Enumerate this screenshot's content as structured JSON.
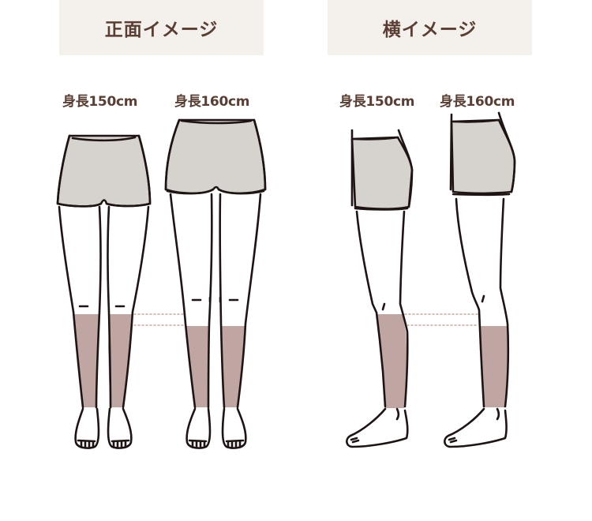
{
  "sections": [
    {
      "id": "front",
      "title": "正面イメージ",
      "figures": [
        {
          "label": "身長150cm"
        },
        {
          "label": "身長160cm"
        }
      ]
    },
    {
      "id": "side",
      "title": "横イメージ",
      "figures": [
        {
          "label": "身長150cm"
        },
        {
          "label": "身長160cm"
        }
      ]
    }
  ],
  "colors": {
    "header_bg": "#f4f0eb",
    "text": "#5a3e33",
    "shorts_fill": "#d6d2cd",
    "sock_band": "#bfa6a2",
    "outline": "#1e1414",
    "dotted_guide": "#c9a9a4"
  }
}
